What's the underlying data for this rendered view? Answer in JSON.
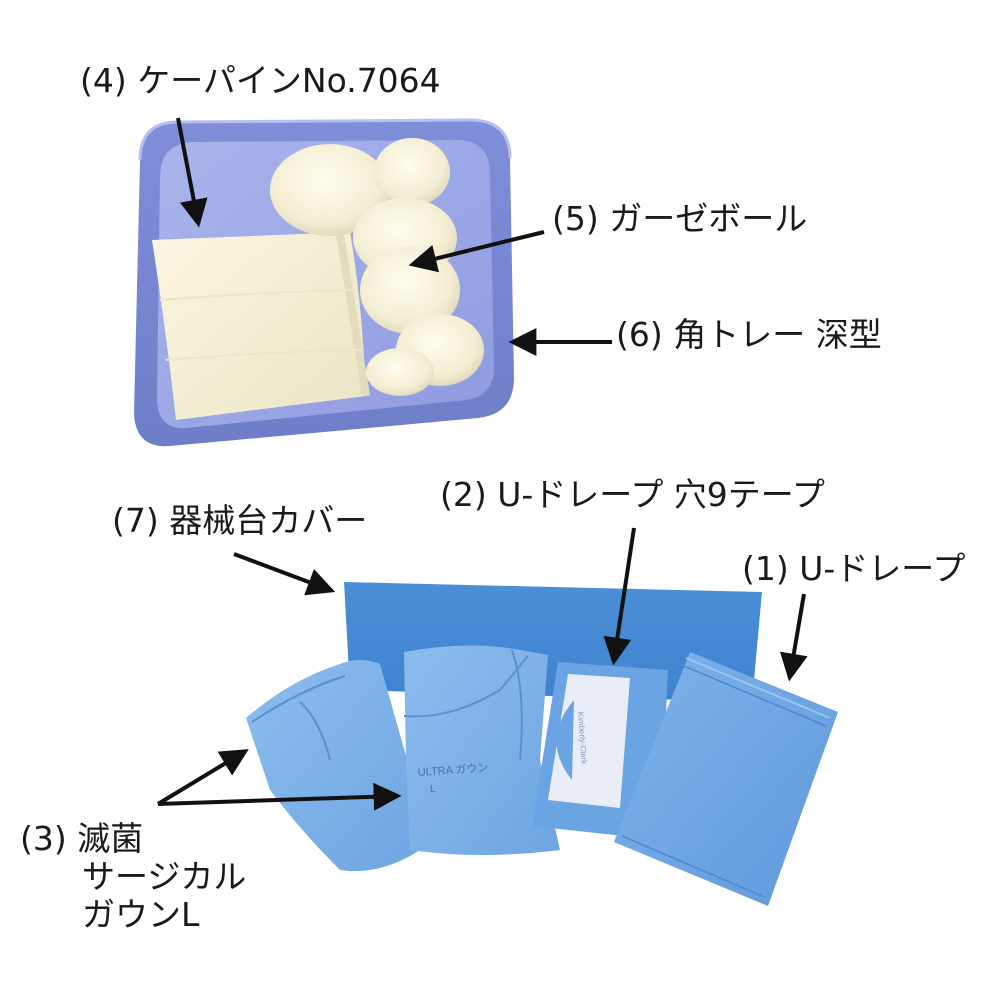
{
  "image": {
    "kind": "product photo",
    "background_color": "#ffffff",
    "tray_color": "#8e9bdc",
    "gauze_color": "#f4f0d8",
    "drape_color": "#4f94dc",
    "gown_color": "#79b0e8",
    "arrow_color": "#111111"
  },
  "callouts": [
    {
      "id": "4",
      "text": "(4) ケーパインNo.7064"
    },
    {
      "id": "5",
      "text": "(5) ガーゼボール"
    },
    {
      "id": "6",
      "text": "(6) 角トレー 深型"
    },
    {
      "id": "7",
      "text": "(7) 器械台カバー"
    },
    {
      "id": "2",
      "text": "(2) U-ドレープ 穴9テープ"
    },
    {
      "id": "1",
      "text": "(1) U-ドレープ"
    },
    {
      "id": "3",
      "lines": [
        "(3) 滅菌",
        "サージカル",
        "ガウンL"
      ]
    }
  ],
  "package_prints": {
    "gown_print": "ULTRA ガウン",
    "gown_size": "L",
    "brand": "Kimberly-Clark"
  }
}
